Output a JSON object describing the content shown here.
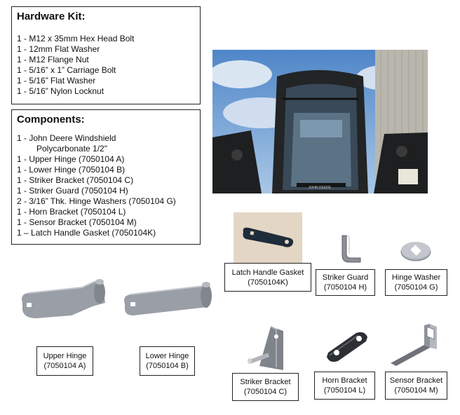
{
  "hardware_kit": {
    "title": "Hardware Kit:",
    "items": [
      "1 - M12 x 35mm Hex Head Bolt",
      "1 - 12mm Flat Washer",
      "1 - M12 Flange Nut",
      "1 - 5/16” x 1” Carriage Bolt",
      "1 - 5/16” Flat Washer",
      "1 - 5/16” Nylon Locknut"
    ]
  },
  "components": {
    "title": "Components:",
    "items": [
      "1 - John Deere Windshield",
      "Polycarbonate 1/2\"",
      "1 - Upper Hinge (7050104 A)",
      "1 - Lower Hinge (7050104 B)",
      "1 - Striker Bracket (7050104 C)",
      "1 - Striker Guard (7050104 H)",
      "2 - 3/16” Thk. Hinge Washers (7050104 G)",
      "1 - Horn Bracket (7050104 L)",
      "1 - Sensor Bracket (7050104 M)",
      "1 – Latch Handle Gasket (7050104K)"
    ]
  },
  "photo": {
    "brand_text": "JOHN DEERE"
  },
  "parts": {
    "latch_gasket": {
      "name": "Latch Handle Gasket",
      "code": "(7050104K)"
    },
    "striker_guard": {
      "name": "Striker Guard",
      "code": "(7050104 H)"
    },
    "hinge_washer": {
      "name": "Hinge Washer",
      "code": "(7050104 G)"
    },
    "upper_hinge": {
      "name": "Upper Hinge",
      "code": "(7050104 A)"
    },
    "lower_hinge": {
      "name": "Lower Hinge",
      "code": "(7050104 B)"
    },
    "striker_bracket": {
      "name": "Striker Bracket",
      "code": "(7050104 C)"
    },
    "horn_bracket": {
      "name": "Horn Bracket",
      "code": "(7050104 L)"
    },
    "sensor_bracket": {
      "name": "Sensor Bracket",
      "code": "(7050104 M)"
    }
  }
}
